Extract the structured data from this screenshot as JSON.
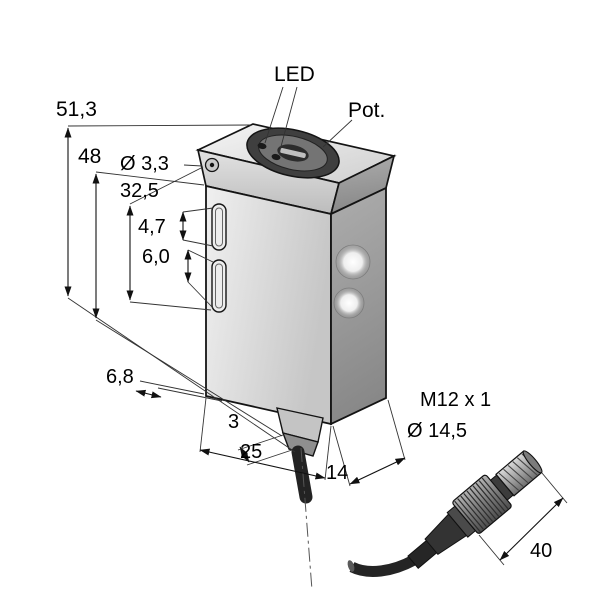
{
  "drawing": {
    "callouts": {
      "led": "LED",
      "pot": "Pot."
    },
    "dims": {
      "overall_height": "51,3",
      "body_height": "48",
      "hole_dia": "Ø 3,3",
      "hole_offset": "32,5",
      "slot_width": "4,7",
      "slot_pitch": "6,0",
      "side_offset": "6,8",
      "gland_offset": "3",
      "body_width": "25",
      "body_depth": "14"
    },
    "connector": {
      "thread": "M12 x 1",
      "diameter": "Ø 14,5",
      "length": "40"
    },
    "colors": {
      "line": "#141414",
      "face_light": "#e8e8e8",
      "face_shadow": "#9a9a9a",
      "background": "#ffffff"
    }
  }
}
